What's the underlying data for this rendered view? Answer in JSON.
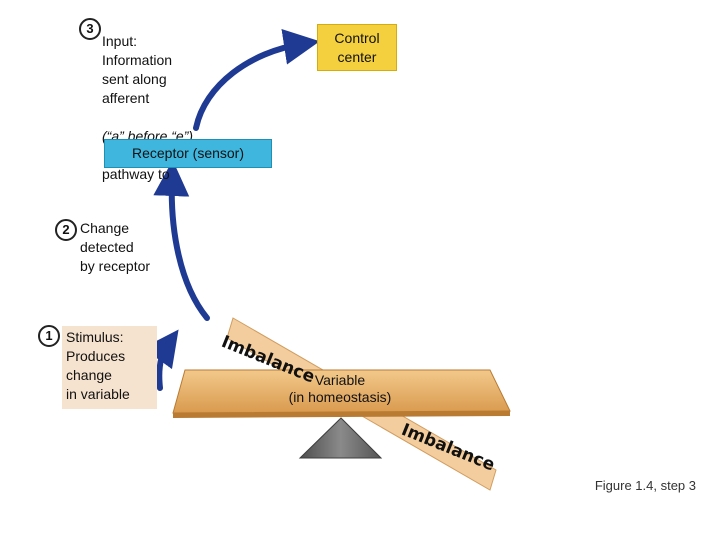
{
  "steps": {
    "step1": {
      "number": "1",
      "text": "Stimulus:\nProduces\nchange\nin variable"
    },
    "step2": {
      "number": "2",
      "text": "Change\ndetected\nby receptor"
    },
    "step3": {
      "number": "3",
      "text_normal1": "Input:\nInformation\nsent along\nafferent",
      "text_italic": "(“a” before “e”)",
      "text_normal2": "pathway to"
    }
  },
  "boxes": {
    "control_center": "Control\ncenter",
    "receptor": "Receptor (sensor)"
  },
  "seesaw": {
    "variable_label": "Variable\n(in homeostasis)",
    "imbalance_left": "Imbalance",
    "imbalance_right": "Imbalance"
  },
  "caption": "Figure 1.4, step 3",
  "colors": {
    "arrow": "#1f3a93",
    "control_center": "#f4d03f",
    "receptor": "#3fb6de",
    "board": "#e8b46e",
    "fulcrum": "#6b6b6b",
    "stimulus": "#f6e3cf"
  }
}
